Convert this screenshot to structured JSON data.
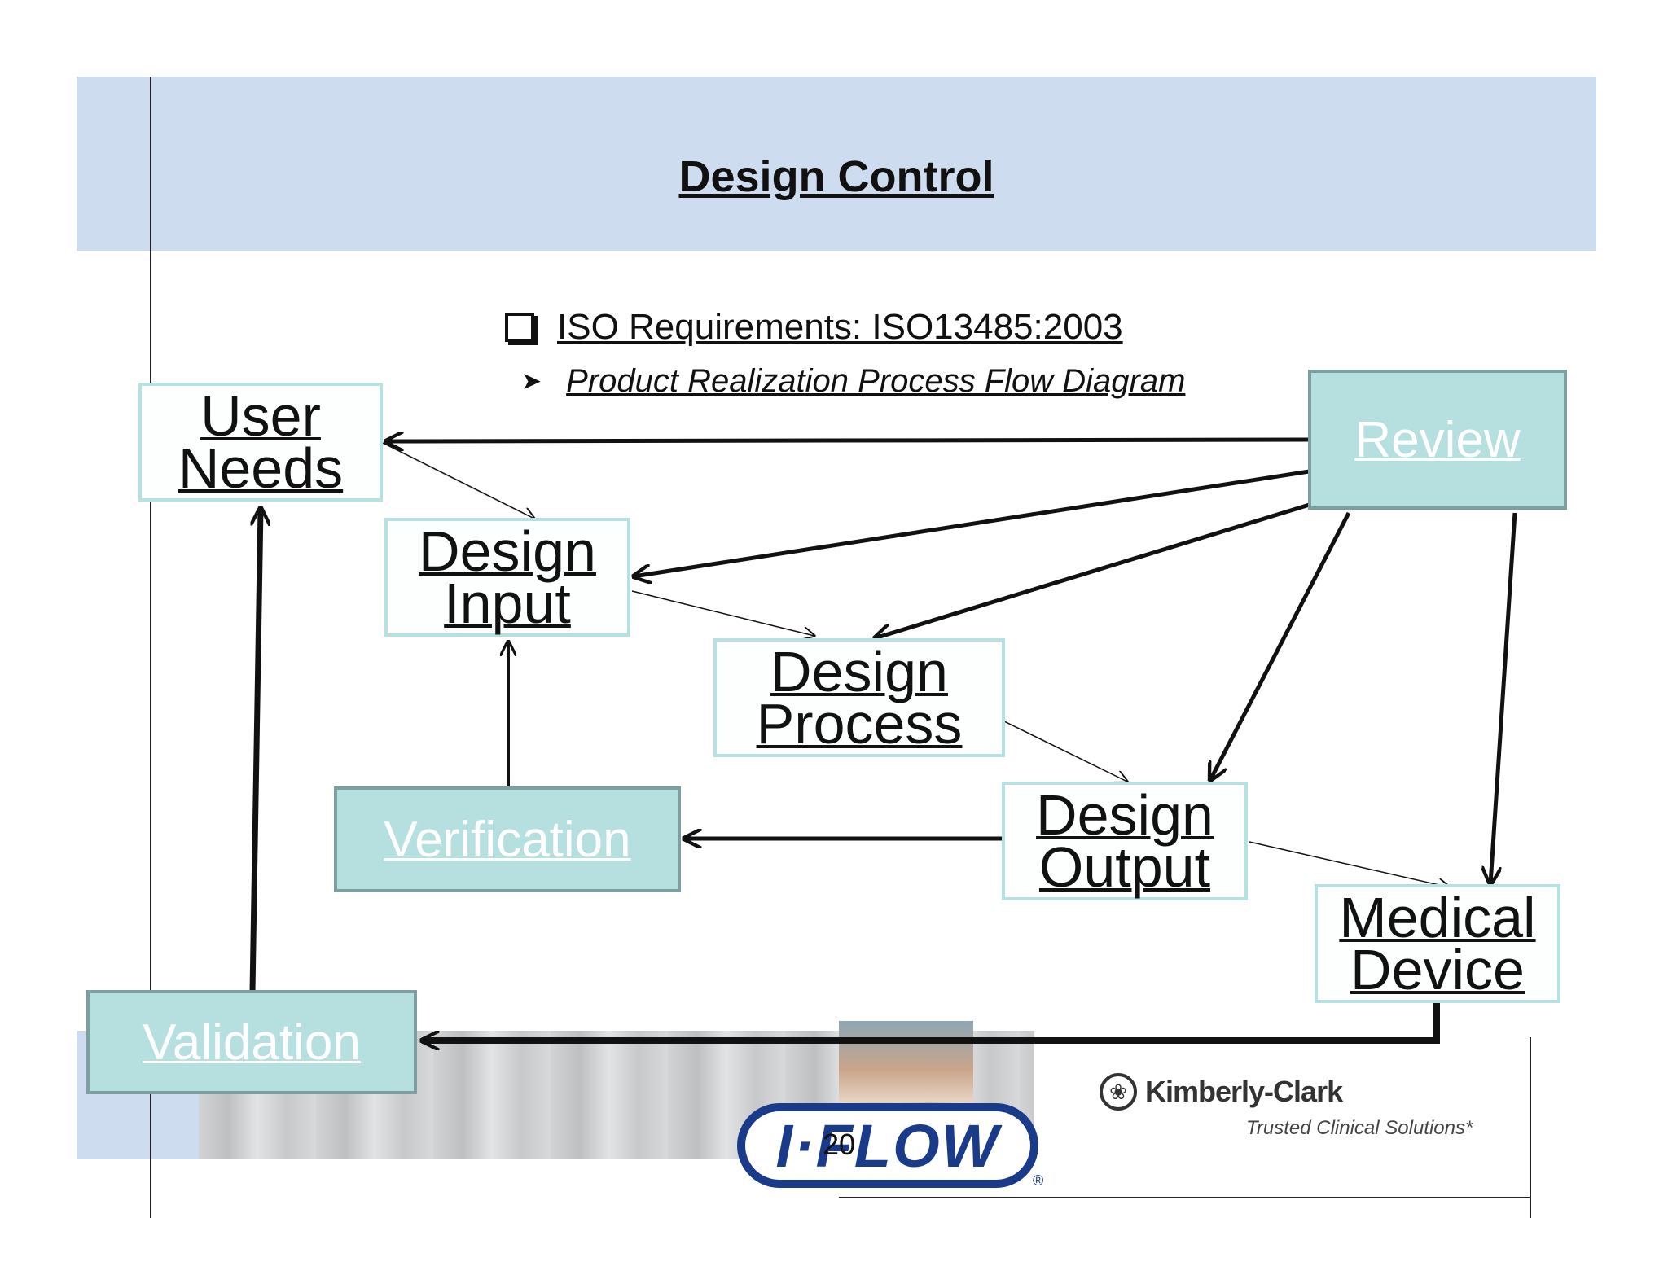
{
  "title": "Design Control",
  "iso_requirement": "ISO Requirements: ISO13485:2003",
  "subtitle": "Product Realization Process Flow Diagram",
  "boxes": {
    "user_needs": "User\nNeeds",
    "design_input": "Design\nInput",
    "design_process": "Design\nProcess",
    "design_output": "Design\nOutput",
    "medical_device": "Medical\nDevice",
    "review": "Review",
    "verification": "Verification",
    "validation": "Validation"
  },
  "edges": [
    {
      "from": "Review",
      "to": "User Needs"
    },
    {
      "from": "Review",
      "to": "Design Input"
    },
    {
      "from": "Review",
      "to": "Design Process"
    },
    {
      "from": "Review",
      "to": "Design Output"
    },
    {
      "from": "Review",
      "to": "Medical Device"
    },
    {
      "from": "User Needs",
      "to": "Design Input"
    },
    {
      "from": "Design Input",
      "to": "Design Process"
    },
    {
      "from": "Design Process",
      "to": "Design Output"
    },
    {
      "from": "Design Output",
      "to": "Medical Device"
    },
    {
      "from": "Design Output",
      "to": "Verification"
    },
    {
      "from": "Verification",
      "to": "Design Input"
    },
    {
      "from": "Medical Device",
      "to": "Validation"
    },
    {
      "from": "Validation",
      "to": "User Needs"
    }
  ],
  "footer": {
    "page_number": "20",
    "iflow_logo": "I·FLOW",
    "registered_mark": "®",
    "kc_name": "Kimberly-Clark",
    "kc_tagline": "Trusted Clinical Solutions*"
  },
  "colors": {
    "header_band": "#cddcef",
    "box_teal": "#b6e0e0",
    "box_white_border": "#b7e0e1",
    "iflow_blue": "#1a3a8a"
  }
}
